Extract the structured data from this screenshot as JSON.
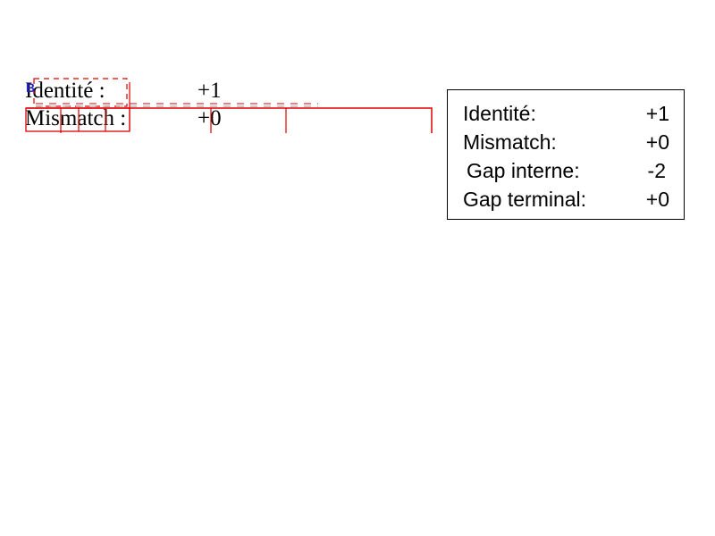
{
  "editing_block": {
    "rows": [
      {
        "label": "Identité :",
        "value": "+1"
      },
      {
        "label": "Mismatch :",
        "value": "+0"
      }
    ],
    "cursor_glyph": "B"
  },
  "score_box": {
    "rows": [
      {
        "label": "Identité:",
        "value": "+1"
      },
      {
        "label": "Mismatch:",
        "value": "+0"
      },
      {
        "label": "Gap interne:",
        "value": "-2"
      },
      {
        "label": "Gap terminal:",
        "value": "+0"
      }
    ]
  },
  "colors": {
    "guide_red": "#e00000",
    "cursor_blue": "#2222cc",
    "text": "#000000",
    "border": "#000000",
    "background": "#ffffff"
  }
}
